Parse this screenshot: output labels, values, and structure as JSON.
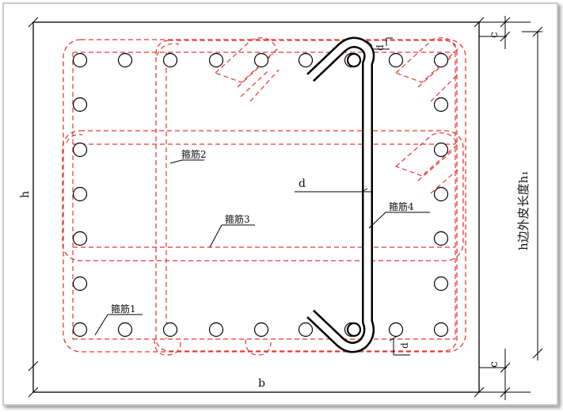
{
  "labels": {
    "stirrup1": "箍筋1",
    "stirrup2": "箍筋2",
    "stirrup3": "箍筋3",
    "stirrup4": "箍筋4",
    "dim_b": "b",
    "dim_h": "h",
    "dim_c_top": "c",
    "dim_c_bottom": "c",
    "dim_d_center": "d",
    "dim_d_top": "d",
    "dim_d_bottom": "d",
    "h1_label": "h边外皮长度h₁"
  },
  "colors": {
    "section_outline": "#000000",
    "stirrup_dashed": "#e53935",
    "rebar": "#000000",
    "text": "#111111"
  }
}
